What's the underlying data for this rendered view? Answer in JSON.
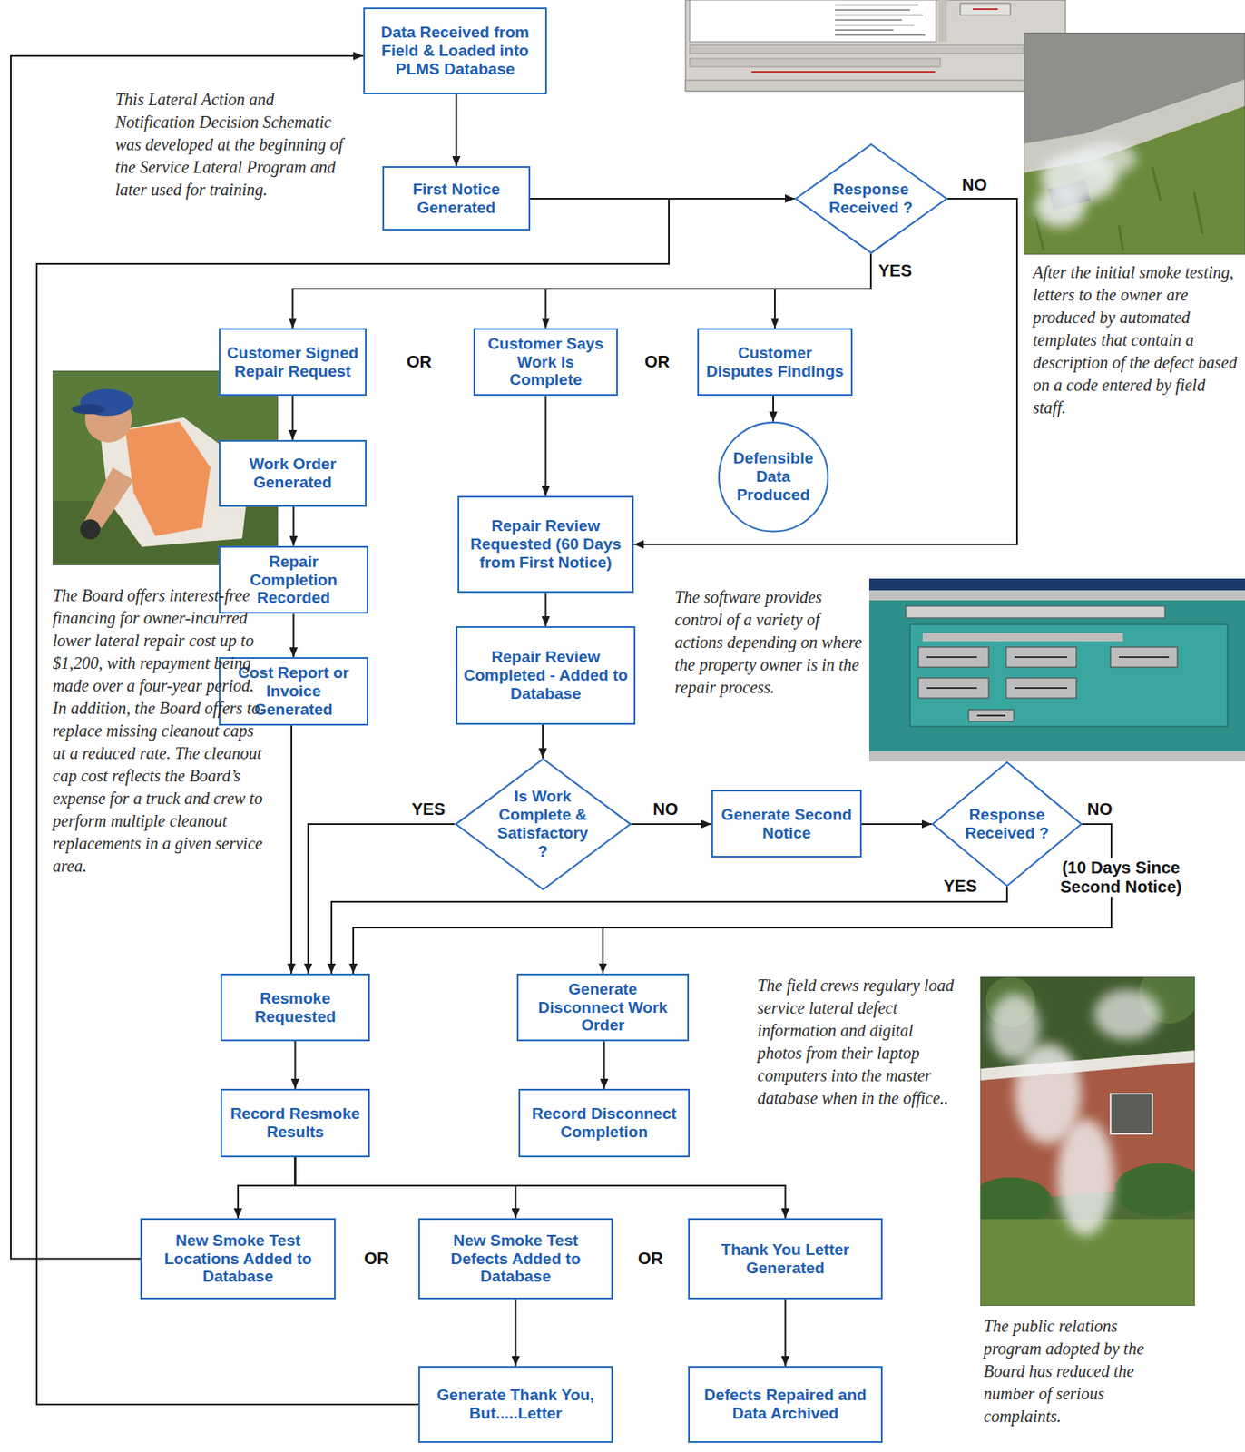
{
  "diagram": {
    "nodes": [
      {
        "text": [
          "Data Received from Field & Loaded into PLMS Database"
        ]
      },
      {
        "text": [
          "First Notice Generated"
        ]
      },
      {
        "text": [
          "Response Received ?"
        ]
      },
      {
        "text": [
          "Customer Signed Repair Request"
        ]
      },
      {
        "text": [
          "Customer Says Work Is Complete"
        ]
      },
      {
        "text": [
          "Customer Disputes Findings"
        ]
      },
      {
        "text": [
          "Work Order Generated"
        ]
      },
      {
        "text": [
          "Defensible Data Produced"
        ]
      },
      {
        "text": [
          "Repair Review Requested (60 Days from First Notice)"
        ]
      },
      {
        "text": [
          "Repair Completion Recorded"
        ]
      },
      {
        "text": [
          "Repair Review Completed - Added to Database"
        ]
      },
      {
        "text": [
          "Cost Report or Invoice Generated"
        ]
      },
      {
        "text": [
          "Is Work Complete & Satisfactory ?"
        ]
      },
      {
        "text": [
          "Generate Second Notice"
        ]
      },
      {
        "text": [
          "Response Received ?"
        ]
      },
      {
        "text": [
          "Resmoke Requested"
        ]
      },
      {
        "text": [
          "Generate Disconnect Work Order"
        ]
      },
      {
        "text": [
          "Record Resmoke Results"
        ]
      },
      {
        "text": [
          "Record Disconnect Completion"
        ]
      },
      {
        "text": [
          "New Smoke Test Locations Added to Database"
        ]
      },
      {
        "text": [
          "New Smoke Test Defects Added to Database"
        ]
      },
      {
        "text": [
          "Thank You Letter Generated"
        ]
      },
      {
        "text": [
          "Generate Thank You, But.....Letter"
        ]
      },
      {
        "text": [
          "Defects Repaired and Data Archived"
        ]
      }
    ],
    "edges": [
      {
        "from": 0,
        "to": 1,
        "arrow": "to"
      },
      {
        "from": 1,
        "to": 2,
        "arrow": "to"
      },
      {
        "from": 2,
        "to": 3,
        "label": "YES",
        "arrow": "to"
      },
      {
        "from": 2,
        "to": 4,
        "arrow": "to"
      },
      {
        "from": 2,
        "to": 5,
        "arrow": "to"
      },
      {
        "from": 2,
        "to": 8,
        "label": "NO",
        "arrow": "to"
      },
      {
        "from": 3,
        "to": 6,
        "arrow": "to"
      },
      {
        "from": 6,
        "to": 9,
        "arrow": "to"
      },
      {
        "from": 9,
        "to": 11,
        "arrow": "to"
      },
      {
        "from": 4,
        "to": 8,
        "arrow": "to"
      },
      {
        "from": 5,
        "to": 7,
        "arrow": "to"
      },
      {
        "from": 8,
        "to": 10,
        "arrow": "to"
      },
      {
        "from": 10,
        "to": 12,
        "arrow": "to"
      },
      {
        "from": 11,
        "to": 15,
        "arrow": "to"
      },
      {
        "from": 12,
        "to": 15,
        "label": "YES",
        "arrow": "to"
      },
      {
        "from": 12,
        "to": 13,
        "label": "NO",
        "arrow": "to"
      },
      {
        "from": 13,
        "to": 14,
        "arrow": "to"
      },
      {
        "from": 14,
        "to": 15,
        "label": "YES",
        "arrow": "to"
      },
      {
        "from": 14,
        "to": 15,
        "arrow": "to"
      },
      {
        "from": 14,
        "to": 16,
        "label": "NO",
        "arrow": "to"
      },
      {
        "from": 15,
        "to": 17,
        "arrow": "to"
      },
      {
        "from": 16,
        "to": 18,
        "arrow": "to"
      },
      {
        "from": 17,
        "to": 19,
        "arrow": "to"
      },
      {
        "from": 17,
        "to": 20,
        "arrow": "to"
      },
      {
        "from": 17,
        "to": 21,
        "arrow": "to"
      },
      {
        "from": 20,
        "to": 22,
        "arrow": "to"
      },
      {
        "from": 21,
        "to": 23,
        "arrow": "to"
      },
      {
        "from": 22,
        "to": 2,
        "arrow": "to"
      },
      {
        "from": 19,
        "to": 0,
        "arrow": "to"
      }
    ],
    "labels": [
      "This Lateral Action and Notification Decision Schematic was developed at the beginning of the Service Lateral Program and later used for training.",
      "After the initial smoke testing, letters to the owner are produced by automated templates that contain a description of the defect based on a code entered by field staff.",
      "OR",
      "OR",
      "The Board offers interest-free financing for owner-incurred lower lateral repair cost up to $1,200, with repayment being made over a four-year period. In addition, the Board offers to replace missing cleanout caps at a reduced rate. The cleanout cap cost reflects the Board’s expense for a truck and crew to perform multiple cleanout replacements in a given service area.",
      "The software provides control of a variety of actions depending on where the property owner is in the repair process.",
      "(10 Days Since Second Notice)",
      "The field crews regulary load service lateral defect information and digital photos from their laptop computers into the master database when in the office..",
      "OR",
      "OR",
      "The public relations program adopted by the Board has reduced the number of serious complaints."
    ]
  }
}
